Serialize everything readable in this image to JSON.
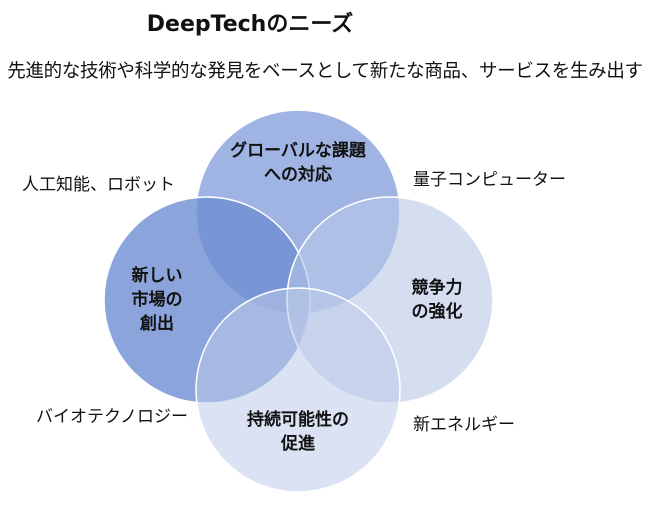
{
  "title": "DeepTechのニーズ",
  "subtitle": "先進的な技術や科学的な発見をベースとして新たな商品、サービスを生み出す",
  "circles": {
    "top": {
      "line1": "グローバルな課題",
      "line2": "への対応",
      "color": "#7f9bd8"
    },
    "left": {
      "line1": "新しい",
      "line2": "市場の",
      "line3": "創出",
      "color": "#6e8dd2"
    },
    "right": {
      "line1": "競争力",
      "line2": "の強化",
      "color": "#b9c8e8"
    },
    "bottom": {
      "line1": "持続可能性の",
      "line2": "促進",
      "color": "#bccae9"
    }
  },
  "outer_labels": {
    "top_left": "人工知能、ロボット",
    "top_right": "量子コンピューター",
    "bottom_left": "バイオテクノロジー",
    "bottom_right": "新エネルギー"
  }
}
